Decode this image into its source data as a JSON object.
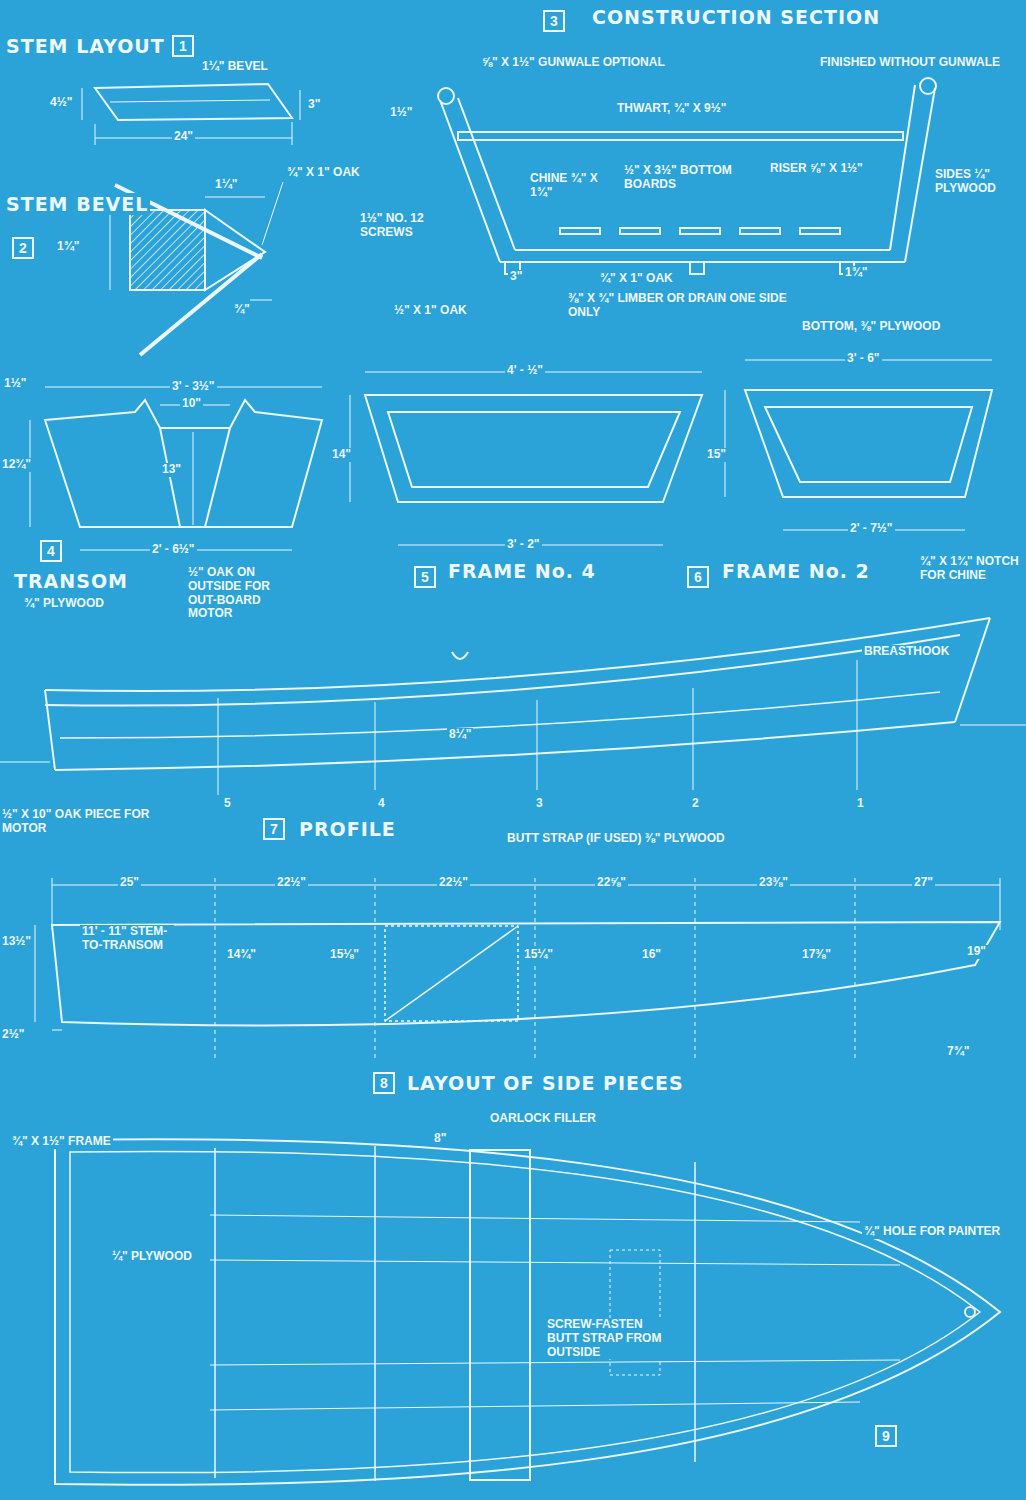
{
  "diagram": {
    "nodes": [
      {
        "text": [
          "1"
        ]
      },
      {
        "text": [
          "2"
        ]
      },
      {
        "text": [
          "3"
        ]
      },
      {
        "text": [
          "4"
        ]
      },
      {
        "text": [
          "5"
        ]
      },
      {
        "text": [
          "6"
        ]
      },
      {
        "text": [
          "7"
        ]
      },
      {
        "text": [
          "8"
        ]
      },
      {
        "text": [
          "9"
        ]
      }
    ],
    "labels": [
      "STEM LAYOUT",
      "1¼\" BEVEL",
      "4½\"",
      "3\"",
      "24\"",
      "STEM BEVEL",
      "1¼\"",
      "¾\" X 1\" OAK",
      "1¾\"",
      "¾\"",
      "CONSTRUCTION SECTION",
      "⅝\" X 1½\" GUNWALE OPTIONAL",
      "FINISHED WITHOUT GUNWALE",
      "1½\"",
      "THWART, ¾\" X 9½\"",
      "CHINE ¾\" X 1¾\"",
      "½\" X 3½\" BOTTOM BOARDS",
      "RISER ⅝\" X 1½\"",
      "SIDES ¼\" PLYWOOD",
      "1½\" NO. 12 SCREWS",
      "3\"",
      "¾\" X 1\" OAK",
      "1¾\"",
      "½\" X 1\" OAK",
      "⅜\" X ¾\" LIMBER OR DRAIN ONE SIDE ONLY",
      "BOTTOM, ⅜\" PLYWOOD",
      "1½\"",
      "3' - 3½\"",
      "10\"",
      "12¾\"",
      "13\"",
      "2' - 6½\"",
      "TRANSOM",
      "¾\" PLYWOOD",
      "½\" OAK ON OUTSIDE FOR OUT-BOARD MOTOR",
      "4' - ½\"",
      "14\"",
      "3' - 2\"",
      "FRAME No. 4",
      "3' - 6\"",
      "15\"",
      "2' - 7½\"",
      "FRAME No. 2",
      "¾\" X 1¾\" NOTCH FOR CHINE",
      "BREASTHOOK",
      "8¼\"",
      "5",
      "4",
      "3",
      "2",
      "1",
      "½\" X 10\" OAK PIECE FOR MOTOR",
      "PROFILE",
      "BUTT STRAP (IF USED) ⅜\" PLYWOOD",
      "25\"",
      "22½\"",
      "22½\"",
      "22⅝\"",
      "23⅜\"",
      "27\"",
      "13½\"",
      "11' - 11\" STEM-TO-TRANSOM",
      "14¾\"",
      "15⅛\"",
      "15¼\"",
      "16\"",
      "17⅜\"",
      "19\"",
      "2½\"",
      "7¾\"",
      "LAYOUT OF SIDE PIECES",
      "OARLOCK FILLER",
      "8\"",
      "¾\" X 1½\" FRAME",
      "¼\" PLYWOOD",
      "¾\" HOLE FOR PAINTER",
      "SCREW-FASTEN BUTT STRAP FROM OUTSIDE"
    ]
  }
}
